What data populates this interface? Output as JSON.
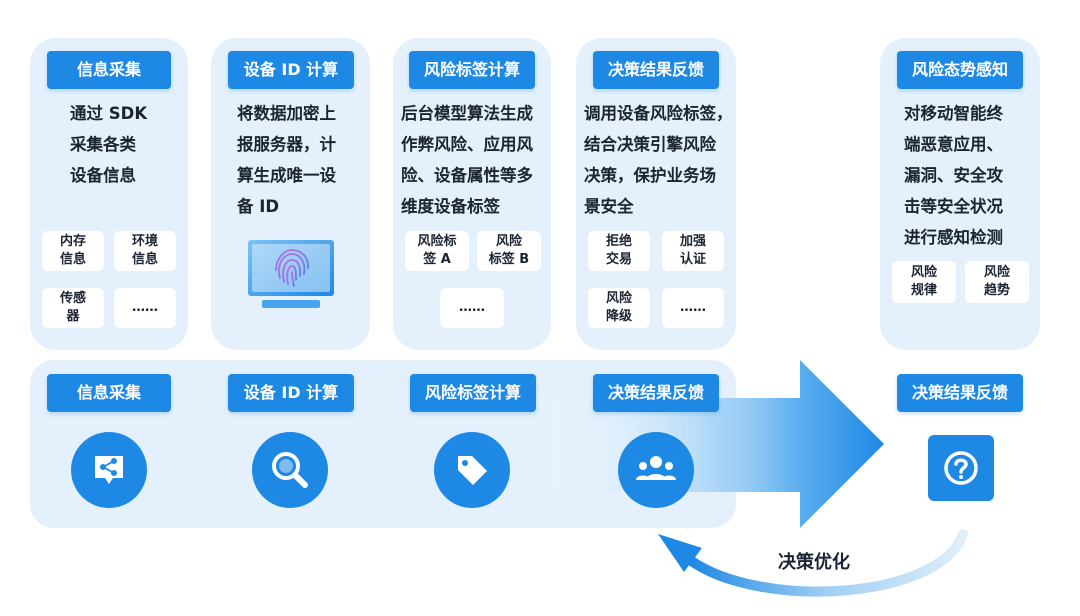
{
  "stages": [
    {
      "header": "信息采集",
      "desc": [
        "通过 SDK",
        "采集各类",
        "设备信息"
      ],
      "chips": [
        [
          "内存",
          "信息"
        ],
        [
          "环境",
          "信息"
        ],
        [
          "传感",
          "器"
        ],
        [
          "……"
        ]
      ]
    },
    {
      "header": "设备 ID 计算",
      "desc": [
        "将数据加密上",
        "报服务器，计",
        "算生成唯一设",
        "备 ID"
      ]
    },
    {
      "header": "风险标签计算",
      "desc": [
        "后台模型算法生成",
        "作弊风险、应用风",
        "险、设备属性等多",
        "维度设备标签"
      ],
      "chips": [
        [
          "风险标",
          "签 A"
        ],
        [
          "风险",
          "标签 B"
        ],
        [
          "……"
        ]
      ]
    },
    {
      "header": "决策结果反馈",
      "desc": [
        "调用设备风险标签，",
        "结合决策引擎风险",
        "决策，保护业务场",
        "景安全"
      ],
      "chips": [
        [
          "拒绝",
          "交易"
        ],
        [
          "加强",
          "认证"
        ],
        [
          "风险",
          "降级"
        ],
        [
          "……"
        ]
      ]
    },
    {
      "header": "风险态势感知",
      "desc": [
        "对移动智能终",
        "端恶意应用、",
        "漏洞、安全攻",
        "击等安全状况",
        "进行感知检测"
      ],
      "chips": [
        [
          "风险",
          "规律"
        ],
        [
          "风险",
          "趋势"
        ]
      ]
    }
  ],
  "flow": [
    {
      "label": "信息采集",
      "icon": "share-chat-icon"
    },
    {
      "label": "设备 ID 计算",
      "icon": "magnifier-icon"
    },
    {
      "label": "风险标签计算",
      "icon": "tag-icon"
    },
    {
      "label": "决策结果反馈",
      "icon": "people-icon"
    },
    {
      "label": "决策结果反馈",
      "icon": "question-icon"
    }
  ],
  "loop_label": "决策优化",
  "colors": {
    "accent": "#1e88e5",
    "card_bg": "#e4f1fc",
    "text": "#1c2433"
  }
}
